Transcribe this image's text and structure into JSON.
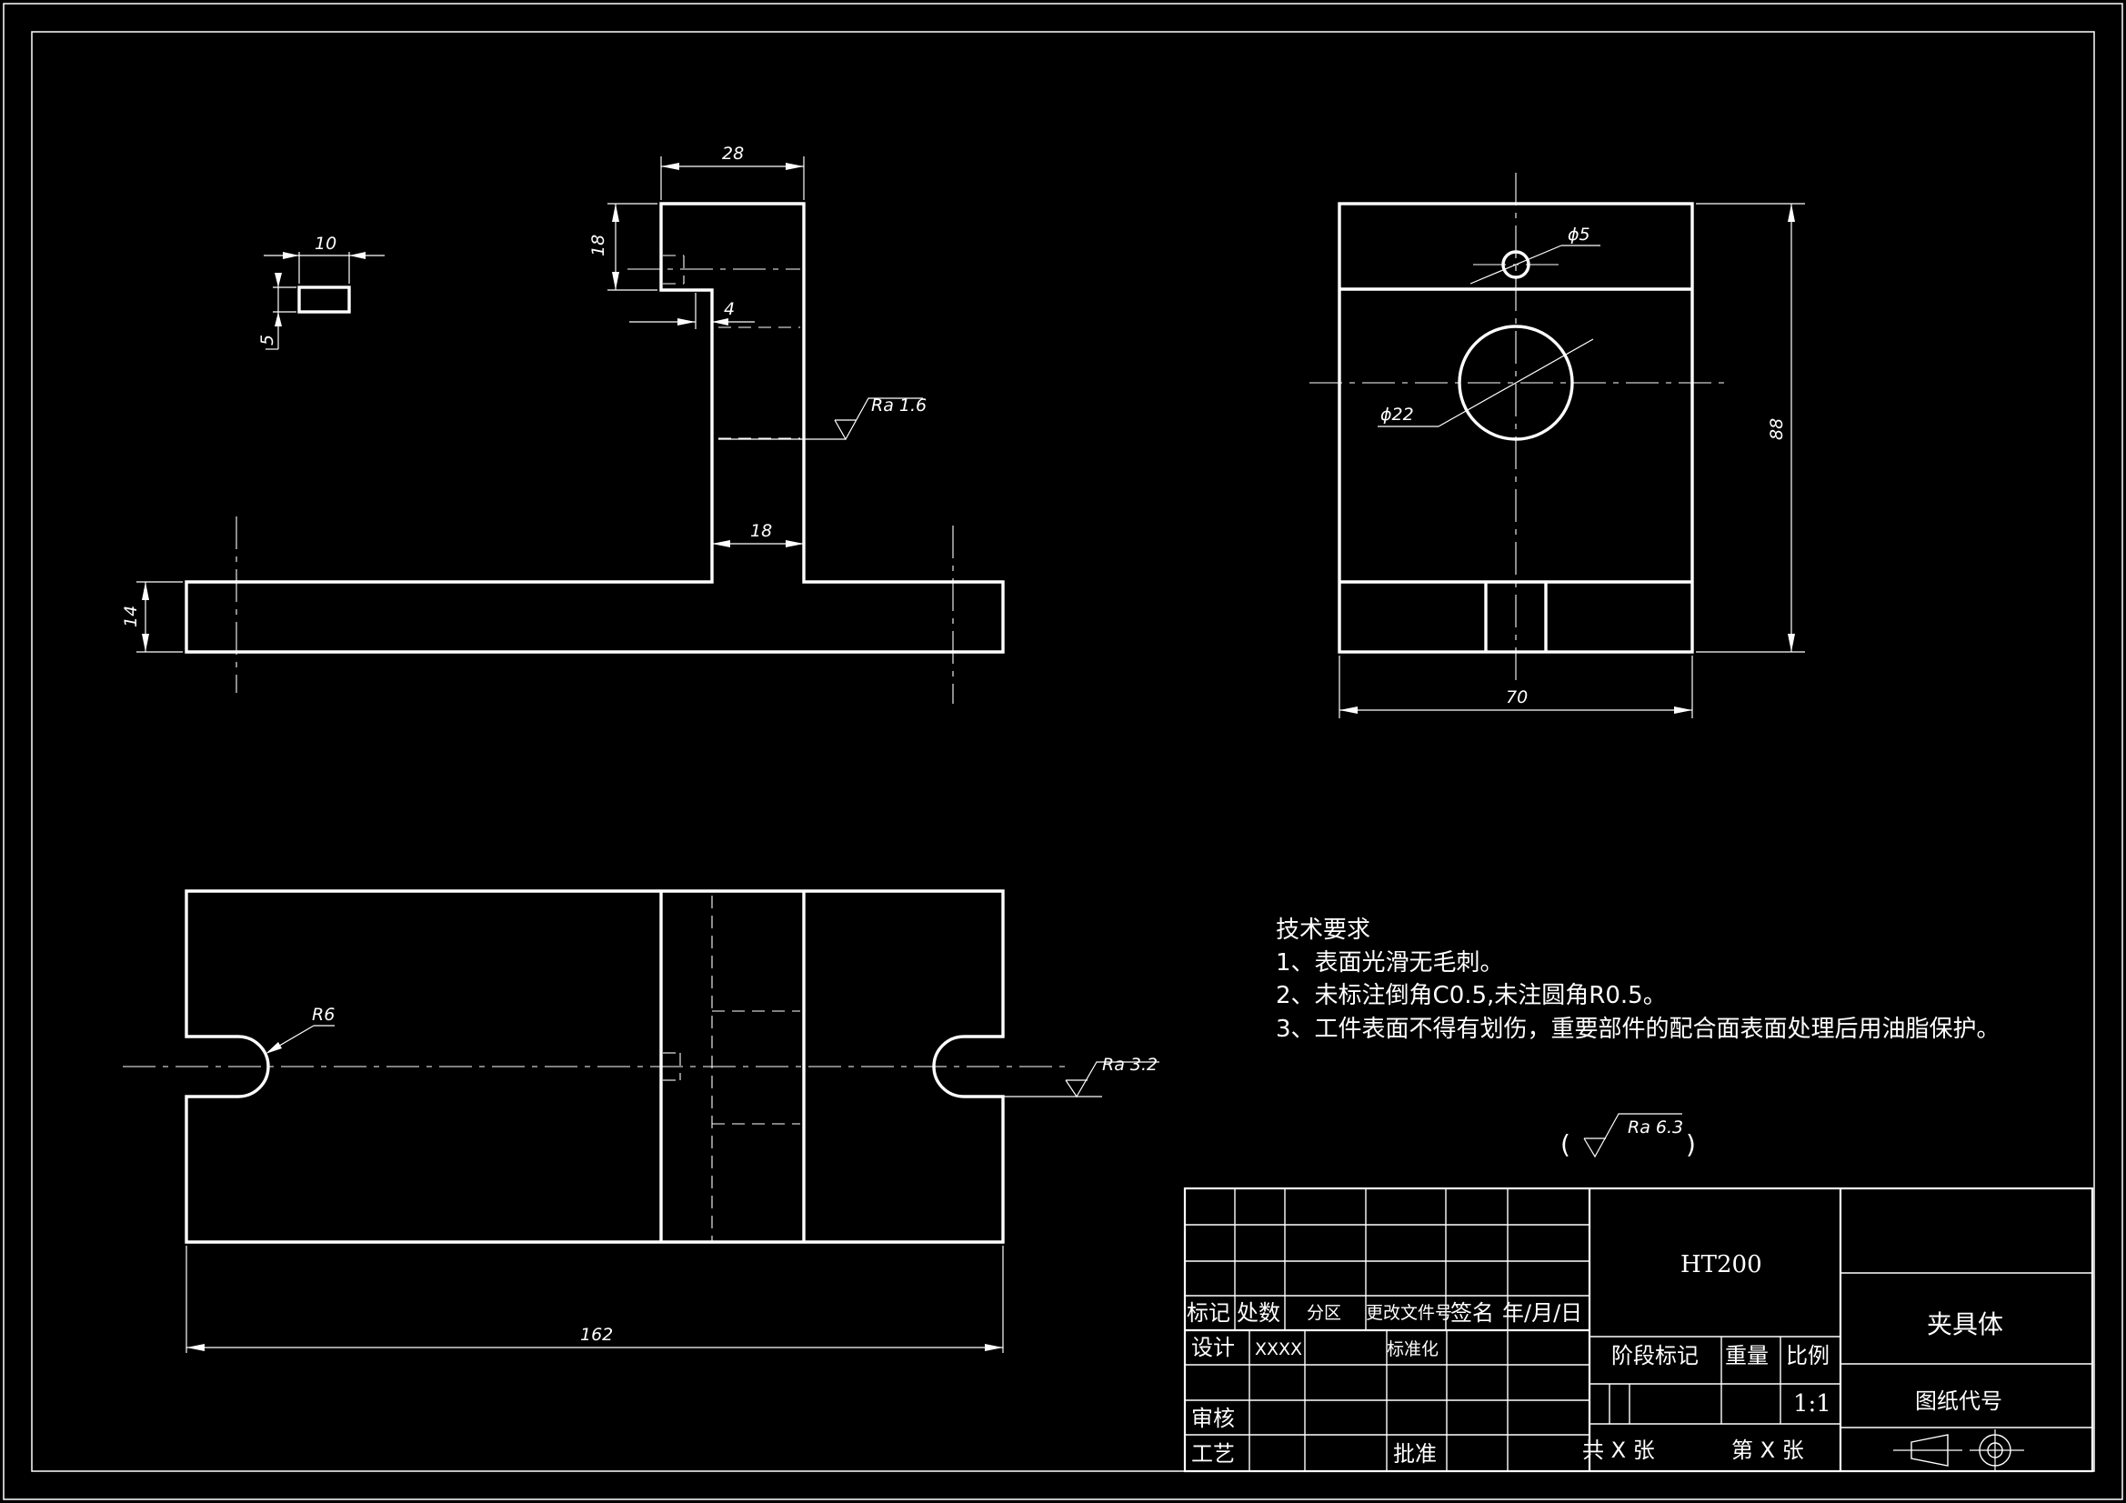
{
  "dimensions": {
    "d10": "10",
    "d5": "5",
    "d28": "28",
    "d18_top": "18",
    "d4": "4",
    "d18_web": "18",
    "d14": "14",
    "phi5": "ϕ5",
    "phi22": "ϕ22",
    "d88": "88",
    "d70": "70",
    "r6": "R6",
    "d162": "162"
  },
  "roughness": {
    "ra16": "Ra 1.6",
    "ra32": "Ra 3.2",
    "ra63": "Ra 6.3",
    "paren_open": "(",
    "paren_close": ")"
  },
  "tech_requirements": {
    "title": "技术要求",
    "items": [
      "1、表面光滑无毛刺。",
      "2、未标注倒角C0.5,未注圆角R0.5。",
      "3、工件表面不得有划伤，重要部件的配合面表面处理后用油脂保护。"
    ]
  },
  "title_block": {
    "material": "HT200",
    "part_name": "夹具体",
    "drawing_no_label": "图纸代号",
    "headers": {
      "mark": "标记",
      "count": "处数",
      "zone": "分区",
      "change_doc": "更改文件号",
      "signature": "签名",
      "date": "年/月/日"
    },
    "rows": {
      "design": "设计",
      "designer": "XXXX",
      "standardize": "标准化",
      "review": "审核",
      "process": "工艺",
      "approve": "批准"
    },
    "stage_mark": "阶段标记",
    "weight": "重量",
    "scale_label": "比例",
    "scale": "1:1",
    "total_sheets": "共 X 张",
    "sheet_no": "第 X 张"
  }
}
